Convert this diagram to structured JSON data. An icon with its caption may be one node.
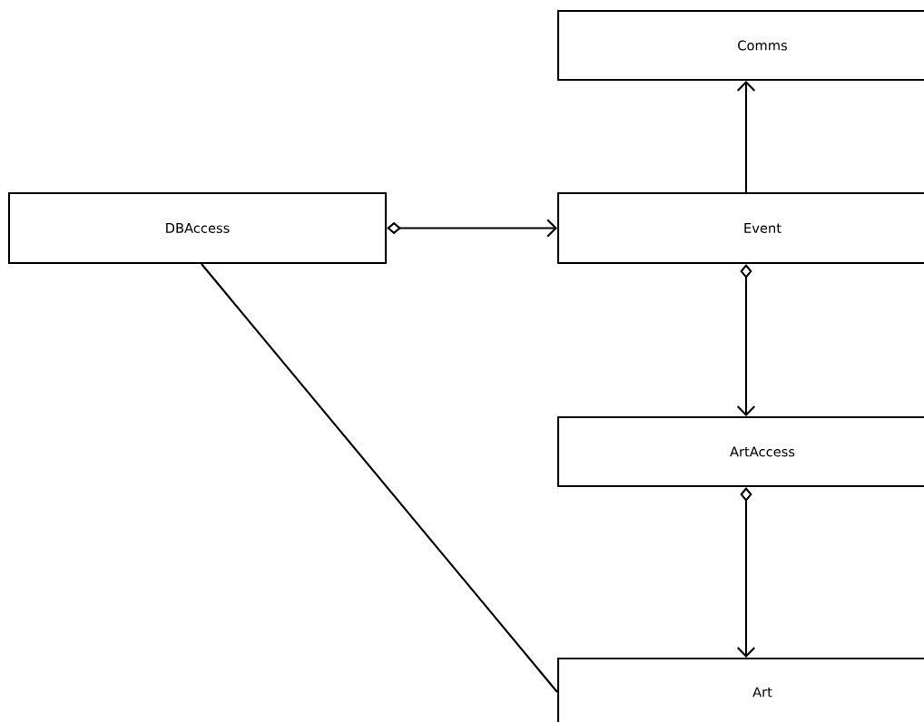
{
  "diagram": {
    "nodes": [
      {
        "text": [
          "Comms"
        ]
      },
      {
        "text": [
          "DBAccess"
        ]
      },
      {
        "text": [
          "Event"
        ]
      },
      {
        "text": [
          "ArtAccess"
        ]
      },
      {
        "text": [
          "Art"
        ]
      }
    ],
    "edges": [
      {
        "from": 1,
        "to": 2,
        "arrow": "to"
      },
      {
        "from": 2,
        "to": 0,
        "arrow": "to"
      },
      {
        "from": 2,
        "to": 3,
        "arrow": "to"
      },
      {
        "from": 3,
        "to": 4,
        "arrow": "to"
      },
      {
        "from": 1,
        "to": 4,
        "arrow": "none"
      }
    ]
  }
}
